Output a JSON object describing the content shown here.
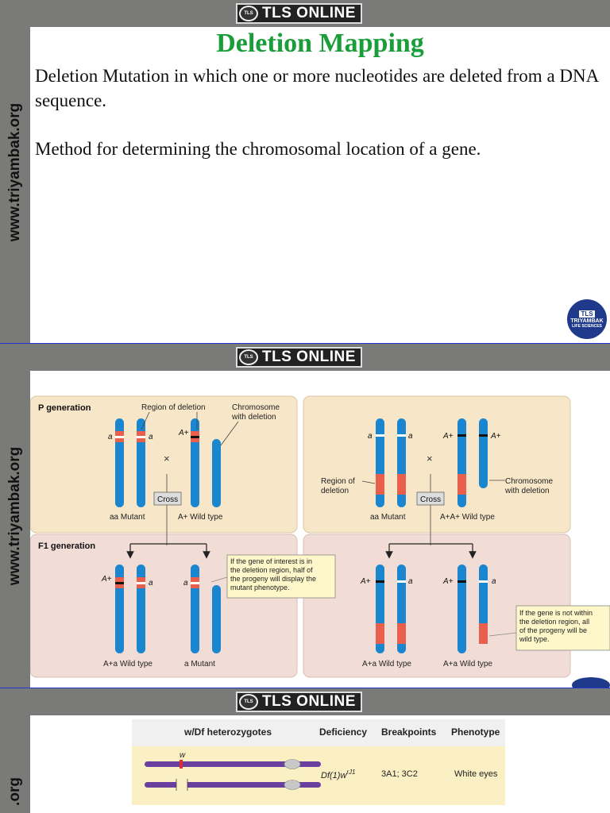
{
  "brand": {
    "name": "TLS ONLINE",
    "logo_text": "TLS TRIYAMBAK"
  },
  "side_text": "www.triyambak.org",
  "side_text_partial": ".org",
  "slide1": {
    "title": "Deletion Mapping",
    "paragraph1": "Deletion Mutation in which one or more nucleotides are deleted from a DNA sequence.",
    "paragraph2": "Method for determining the chromosomal location of a gene.",
    "corner_logo": {
      "mark": "TLS",
      "name": "TRIYAMBAK",
      "sub": "LIFE SCIENCES"
    }
  },
  "slide2": {
    "p_generation": "P generation",
    "f1_generation": "F1 generation",
    "left": {
      "region_label": "Region of deletion",
      "chrom_label_1": "Chromosome",
      "chrom_label_2": "with deletion",
      "cross": "Cross",
      "times": "×",
      "parent1": "aa Mutant",
      "parent2": "A+ Wild type",
      "allele_a": "a",
      "allele_A": "A+",
      "note1": "If the gene of interest is in",
      "note2": "the deletion region, half of",
      "note3": "the progeny will display the",
      "note4": "mutant phenotype.",
      "child1": "A+a Wild type",
      "child2": "a Mutant"
    },
    "right": {
      "region_label_1": "Region of",
      "region_label_2": "deletion",
      "chrom_label_1": "Chromosome",
      "chrom_label_2": "with deletion",
      "cross": "Cross",
      "times": "×",
      "parent1": "aa Mutant",
      "parent2": "A+A+ Wild type",
      "allele_a": "a",
      "allele_A": "A+",
      "note1": "If the gene is not within",
      "note2": "the deletion region, all",
      "note3": "of the progeny will be",
      "note4": "wild type.",
      "child1": "A+a Wild type",
      "child2": "A+a Wild type"
    }
  },
  "slide3": {
    "headers": [
      "w/Df heterozygotes",
      "Deficiency",
      "Breakpoints",
      "Phenotype"
    ],
    "gene": "w",
    "row1": {
      "deficiency": "Df(1)w",
      "deficiency_sup": "rJ1",
      "breakpoints": "3A1; 3C2",
      "phenotype": "White eyes"
    }
  },
  "colors": {
    "green_title": "#1a9e3a",
    "bar_gray": "#7a7a78",
    "chrom_blue": "#1a86d0",
    "deletion_red": "#e8604c",
    "panel_tan": "#f7e6c8",
    "panel_pink": "#f2ddd6"
  }
}
